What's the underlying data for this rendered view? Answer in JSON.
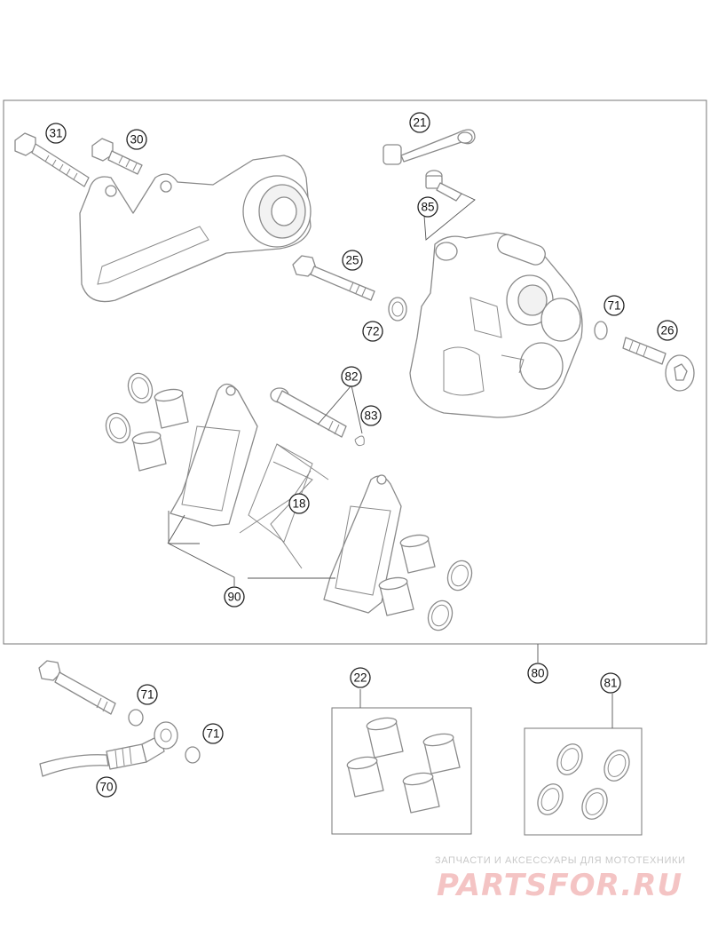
{
  "diagram": {
    "callouts": [
      {
        "id": "c31",
        "label": "31"
      },
      {
        "id": "c30",
        "label": "30"
      },
      {
        "id": "c21",
        "label": "21"
      },
      {
        "id": "c85",
        "label": "85"
      },
      {
        "id": "c25",
        "label": "25"
      },
      {
        "id": "c72",
        "label": "72"
      },
      {
        "id": "c71a",
        "label": "71"
      },
      {
        "id": "c26",
        "label": "26"
      },
      {
        "id": "c82",
        "label": "82"
      },
      {
        "id": "c83",
        "label": "83"
      },
      {
        "id": "c18",
        "label": "18"
      },
      {
        "id": "c90",
        "label": "90"
      },
      {
        "id": "c80",
        "label": "80"
      },
      {
        "id": "c22",
        "label": "22"
      },
      {
        "id": "c81",
        "label": "81"
      },
      {
        "id": "c71b",
        "label": "71"
      },
      {
        "id": "c71c",
        "label": "71"
      },
      {
        "id": "c70",
        "label": "70"
      }
    ]
  },
  "watermark": {
    "line1": "ЗАПЧАСТИ И АКСЕССУАРЫ ДЛЯ МОТОТЕХНИКИ",
    "line2": "PARTSFOR.RU"
  },
  "colors": {
    "line": "#8a8a8a",
    "callout_stroke": "#222222",
    "watermark_text": "#c8c8c8",
    "watermark_logo": "#f4c4c4"
  }
}
